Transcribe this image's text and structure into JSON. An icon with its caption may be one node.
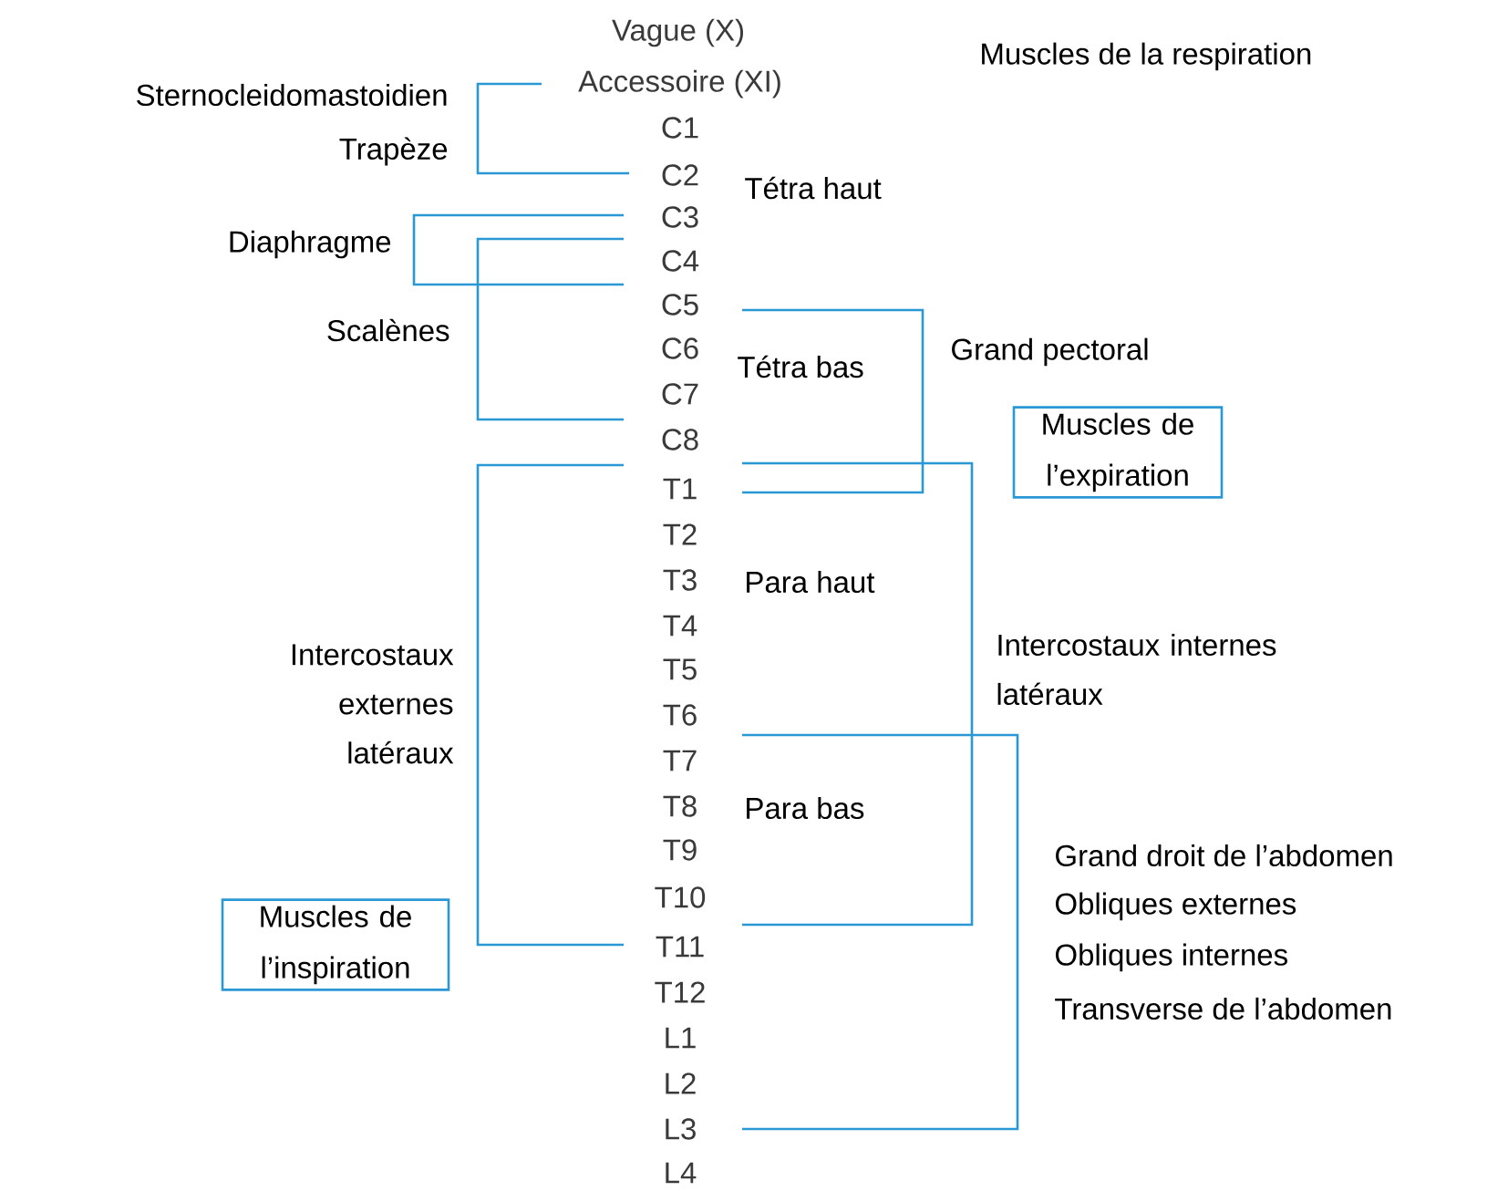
{
  "diagram": {
    "title": "Muscles de la respiration",
    "nodes": [
      {
        "text": [
          "Muscles de l’expiration"
        ]
      },
      {
        "text": [
          "Muscles de l’inspiration"
        ]
      }
    ],
    "labels": [
      "Vague (X)",
      "Sternocleidomastoidien",
      "Accessoire (XI)",
      "Trapèze",
      "C1",
      "C2",
      "Tétra haut",
      "C3",
      "Diaphragme",
      "C4",
      "C5",
      "Scalènes",
      "C6",
      "Tétra bas",
      "Grand pectoral",
      "C7",
      "C8",
      "T1",
      "T2",
      "T3",
      "Para haut",
      "T4",
      "Intercostaux externes latéraux",
      "T5",
      "Intercostaux internes latéraux",
      "T6",
      "T7",
      "T8",
      "Para bas",
      "T9",
      "Grand droit de l’abdomen",
      "T10",
      "Obliques externes",
      "T11",
      "Obliques internes",
      "T12",
      "Transverse de l’abdomen",
      "L1",
      "L2",
      "L3",
      "L4"
    ]
  }
}
